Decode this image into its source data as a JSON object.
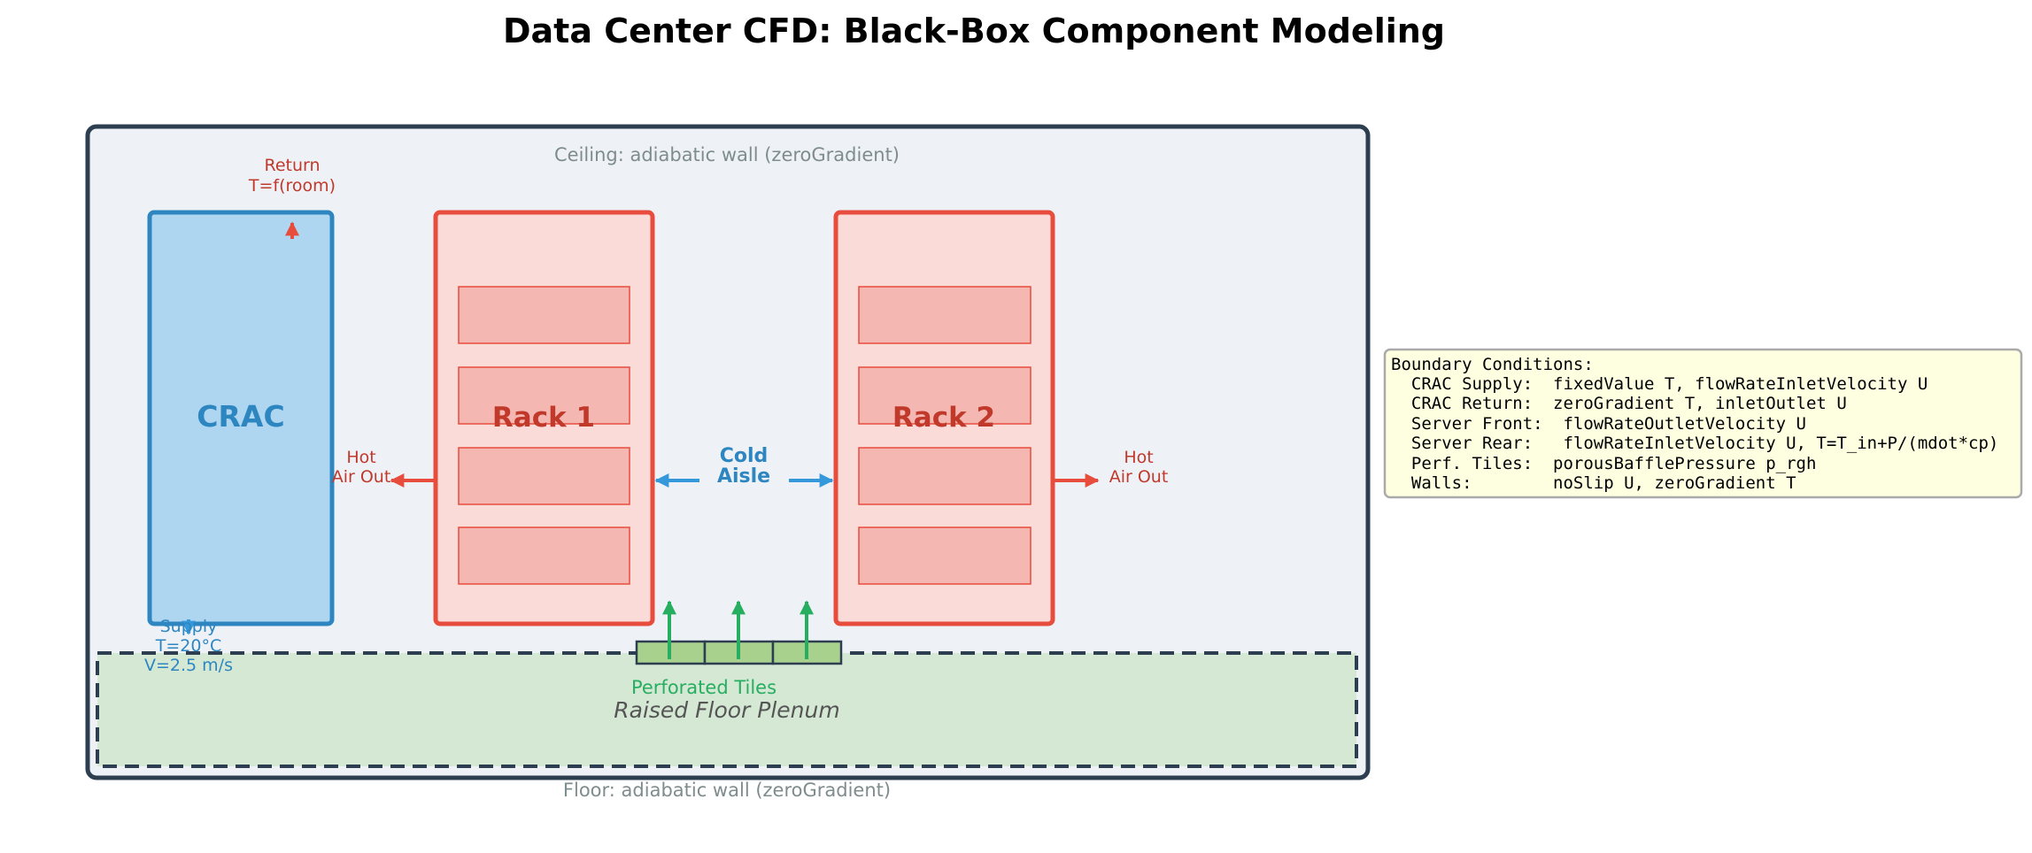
{
  "title": "Data Center CFD: Black-Box Component Modeling",
  "ceiling_label": "Ceiling: adiabatic wall (zeroGradient)",
  "floor_label": "Floor: adiabatic wall (zeroGradient)",
  "plenum_label": "Raised Floor Plenum",
  "tiles_label": "Perforated Tiles",
  "crac": {
    "label": "CRAC",
    "return_line1": "Return",
    "return_line2": "T=f(room)",
    "supply_line1": "Supply",
    "supply_line2": "T=20°C",
    "supply_line3": "V=2.5 m/s"
  },
  "rack1": {
    "label": "Rack 1",
    "hot_line1": "Hot",
    "hot_line2": "Air Out"
  },
  "rack2": {
    "label": "Rack 2",
    "hot_line1": "Hot",
    "hot_line2": "Air Out"
  },
  "cold_aisle": {
    "line1": "Cold",
    "line2": "Aisle"
  },
  "boundary_conditions": {
    "heading": "Boundary Conditions:",
    "lines": [
      "  CRAC Supply:  fixedValue T, flowRateInletVelocity U",
      "  CRAC Return:  zeroGradient T, inletOutlet U",
      "  Server Front:  flowRateOutletVelocity U",
      "  Server Rear:   flowRateInletVelocity U, T=T_in+P/(mdot*cp)",
      "  Perf. Tiles:  porousBafflePressure p_rgh",
      "  Walls:        noSlip U, zeroGradient T"
    ]
  },
  "colors": {
    "room_border": "#2c3e50",
    "room_fill": "#eef2f7",
    "crac_fill": "#aed6f1",
    "crac_border": "#2e86c1",
    "rack_fill": "#fadbd8",
    "rack_border": "#e74c3c",
    "server_fill": "#f5b7b1",
    "hot_text": "#c0392b",
    "cold_text": "#2e86c1",
    "cold_arrow": "#3498db",
    "tile_arrow": "#27ae60",
    "plenum_fill": "#d5e8d4",
    "tile_fill": "#a9d18e",
    "note_fill": "#fefee0",
    "grey_text": "#7f8c8d"
  }
}
